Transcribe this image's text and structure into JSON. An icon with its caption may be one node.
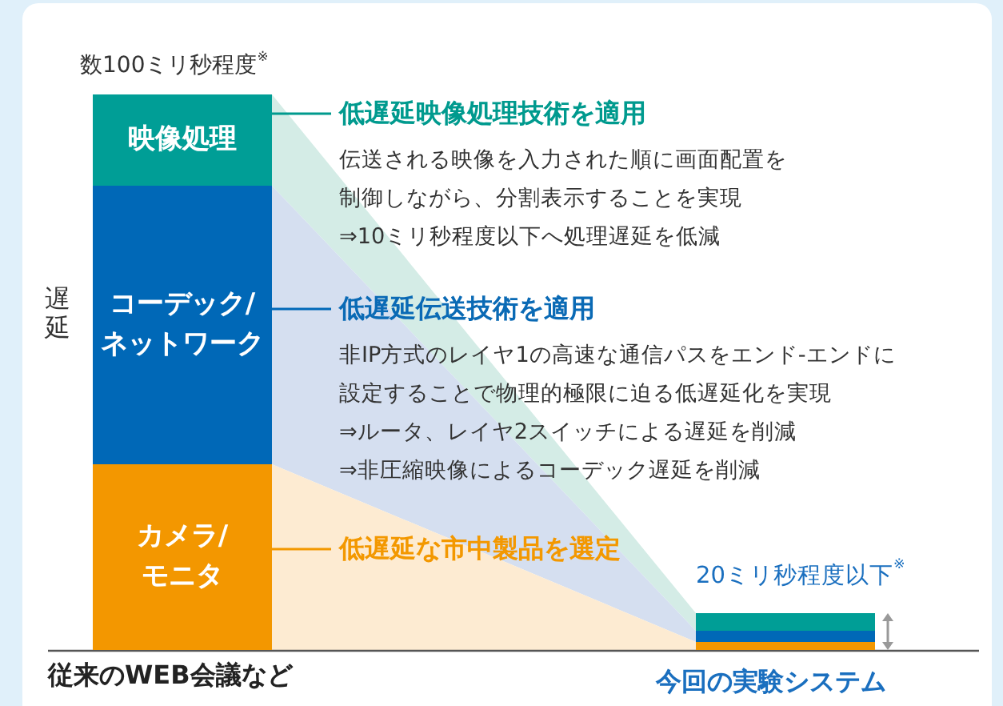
{
  "diagram": {
    "nodes": [
      {
        "text": [
          "映像処理"
        ]
      },
      {
        "text": [
          "コーデック/ネットワーク"
        ]
      },
      {
        "text": [
          "カメラ/モニタ"
        ]
      },
      {
        "text": [
          "低遅延映像処理技術を適用",
          "伝送される映像を入力された順に画面配置を制御しながら、分割表示することを実現",
          "⇒10ミリ秒程度以下へ処理遅延を低減"
        ]
      },
      {
        "text": [
          "低遅延伝送技術を適用",
          "非IP方式のレイヤ1の高速な通信パスをエンド-エンドに設定することで物理的極限に迫る低遅延化を実現",
          "⇒ルータ、レイヤ2スイッチによる遅延を削減",
          "⇒非圧縮映像によるコーデック遅延を削減"
        ]
      },
      {
        "text": [
          "低遅延な市中製品を選定"
        ]
      },
      {
        "text": [],
        "shape": "bar"
      },
      {
        "text": [],
        "shape": "bar"
      },
      {
        "text": [],
        "shape": "bar"
      }
    ],
    "edges": [
      {
        "from": 3,
        "to": 0,
        "arrow": "none",
        "color": "#009a8e"
      },
      {
        "from": 4,
        "to": 1,
        "arrow": "none",
        "color": "#0068b7"
      },
      {
        "from": 5,
        "to": 2,
        "arrow": "none",
        "color": "#f39800"
      }
    ],
    "labels": [
      "数100ミリ秒程度$^{※}$",
      "遅延",
      "20ミリ秒程度以下$^{※}$",
      "従来のWEB会議など",
      "今回の実験システム"
    ]
  }
}
